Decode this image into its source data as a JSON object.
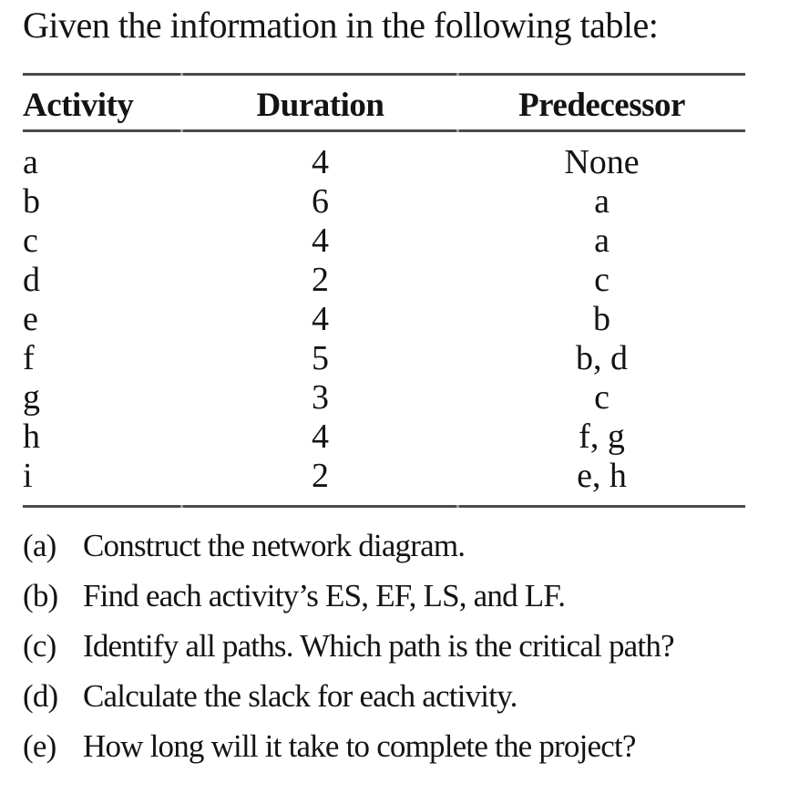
{
  "page": {
    "intro": "Given the information in the following table:"
  },
  "table": {
    "headers": {
      "activity": "Activity",
      "duration": "Duration",
      "predecessor": "Predecessor"
    },
    "rows": [
      {
        "activity": "a",
        "duration": "4",
        "predecessor": "None"
      },
      {
        "activity": "b",
        "duration": "6",
        "predecessor": "a"
      },
      {
        "activity": "c",
        "duration": "4",
        "predecessor": "a"
      },
      {
        "activity": "d",
        "duration": "2",
        "predecessor": "c"
      },
      {
        "activity": "e",
        "duration": "4",
        "predecessor": "b"
      },
      {
        "activity": "f",
        "duration": "5",
        "predecessor": "b, d"
      },
      {
        "activity": "g",
        "duration": "3",
        "predecessor": "c"
      },
      {
        "activity": "h",
        "duration": "4",
        "predecessor": "f, g"
      },
      {
        "activity": "i",
        "duration": "2",
        "predecessor": "e, h"
      }
    ]
  },
  "questions": [
    {
      "label": "(a)",
      "text": "Construct the network diagram."
    },
    {
      "label": "(b)",
      "text": "Find each activity’s ES, EF, LS, and LF."
    },
    {
      "label": "(c)",
      "text": "Identify all paths. Which path is the critical path?"
    },
    {
      "label": "(d)",
      "text": "Calculate the slack for each activity."
    },
    {
      "label": "(e)",
      "text": "How long will it take to complete the project?"
    }
  ],
  "colors": {
    "text": "#141414",
    "rule": "#4a4a4a",
    "background": "#ffffff"
  }
}
